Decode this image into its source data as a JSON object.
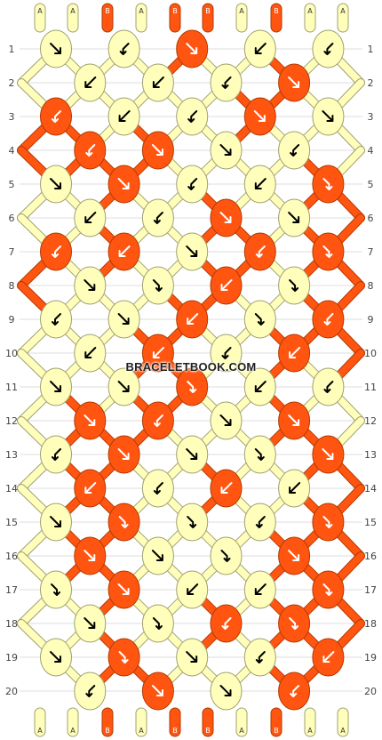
{
  "watermark": "BRACELETBOOK.COM",
  "colors": {
    "A": {
      "fill": "#FFFFBB",
      "stroke": "#A0A070",
      "arrow": "#000000",
      "letter": "#333333"
    },
    "B": {
      "fill": "#FF5511",
      "stroke": "#B33A00",
      "arrow": "#FFFFFF",
      "letter": "#FFFFFF"
    }
  },
  "strands_top": [
    "A",
    "A",
    "B",
    "A",
    "B",
    "B",
    "A",
    "B",
    "A",
    "A"
  ],
  "strands_bottom": [
    "A",
    "A",
    "B",
    "A",
    "B",
    "B",
    "A",
    "B",
    "A",
    "A"
  ],
  "row_labels": [
    "1",
    "2",
    "3",
    "4",
    "5",
    "6",
    "7",
    "8",
    "9",
    "10",
    "11",
    "12",
    "13",
    "14",
    "15",
    "16",
    "17",
    "18",
    "19",
    "20"
  ],
  "knots": [
    [
      "A:f",
      "A:bf",
      "B:f",
      "A:b",
      "A:bf",
      "A:b",
      "A:b",
      "A:bf",
      "B:f",
      "B:bf",
      "A:b",
      "A:bf",
      "B:f",
      "A:f",
      "B:bf",
      "B:f",
      "A:f",
      "A:bf",
      "A:f"
    ],
    [
      "B:f",
      "A:bf",
      "A:b",
      "B:fb",
      "A:b",
      "A:bf",
      "B:f",
      "A:f",
      "B:bf",
      "B:b",
      "A:f",
      "B:bf",
      "B:fb",
      "A:f",
      "A:fb",
      "B:b",
      "A:fb",
      "A:bf",
      "A:f"
    ],
    [
      "B:b",
      "A:fb",
      "B:bf",
      "A:b",
      "B:b",
      "A:bf",
      "B:b",
      "A:f",
      "A:f",
      "B:fb",
      "A:b",
      "A:bf",
      "B:f",
      "B:bf",
      "A:f",
      "B:f",
      "A:bf",
      "B:f",
      "A:f"
    ],
    [
      "A:fb",
      "B:f",
      "B:b",
      "A:bf",
      "B:b",
      "A:b",
      "A:f",
      "B:fb",
      "A:fb",
      "A:bf",
      "B:fb",
      "B:f",
      "A:f",
      "A:fb",
      "B:f",
      "A:fb",
      "B:f",
      "A:b",
      "A:b"
    ],
    [
      "B:fb",
      "A:f",
      "A:fb",
      "B:bf",
      "B:fb",
      "A:f",
      "B:fb",
      "A:f",
      "A:bf",
      "B:b",
      "A:bf",
      "B:f",
      "A:f",
      "B:bf",
      "B:fb",
      "A:fb",
      "B:b",
      "A:b",
      "A:b"
    ]
  ]
}
